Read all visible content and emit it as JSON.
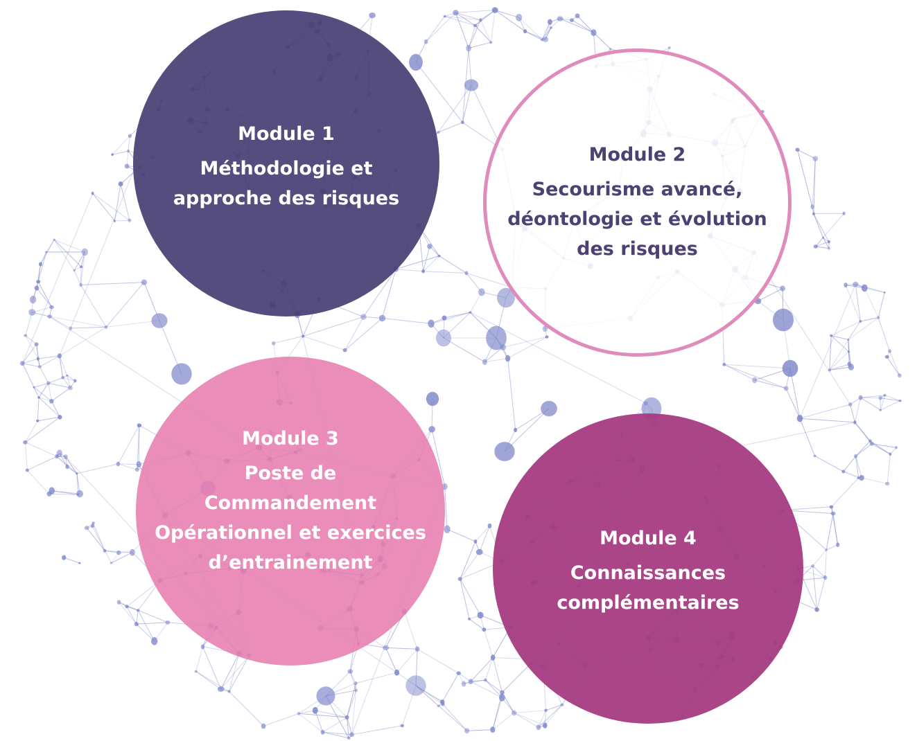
{
  "colors": {
    "module1": "#453e72",
    "module2_border": "#df8bbc",
    "module2_text": "#4d4173",
    "module3": "#e77cae",
    "module4": "#a53981",
    "network": "#7d86c9"
  },
  "modules": [
    {
      "number": "Module 1",
      "title_lines": [
        "Méthodologie et",
        "approche des risques"
      ]
    },
    {
      "number": "Module 2",
      "title_lines": [
        "Secourisme avancé,",
        "déontologie et évolution",
        "des risques"
      ]
    },
    {
      "number": "Module 3",
      "title_lines": [
        "Poste de",
        "Commandement",
        "Opérationnel et exercices",
        "d’entrainement"
      ]
    },
    {
      "number": "Module 4",
      "title_lines": [
        "Connaissances",
        "complémentaires"
      ]
    }
  ]
}
